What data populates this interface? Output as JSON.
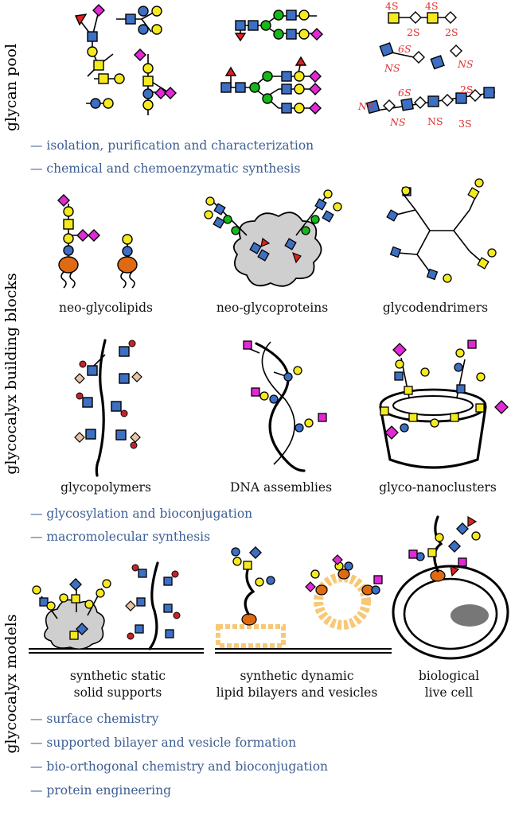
{
  "sections": {
    "pool": "glycan pool",
    "blocks": "glycocalyx building blocks",
    "models": "glycocalyx models"
  },
  "pool_notes": [
    "— isolation, purification and characterization",
    "— chemical and chemoenzymatic synthesis"
  ],
  "sulfation_labels": {
    "s4a": "4S",
    "s4b": "4S",
    "s2a": "2S",
    "s2b": "2S",
    "s6a": "6S",
    "ns1": "NS",
    "ns2": "NS",
    "ns3": "NS",
    "ns4": "NS",
    "ns5": "NS",
    "s6b": "6S",
    "s2c": "2S",
    "s3": "3S"
  },
  "blocks_captions": {
    "neo_glycolipids": "neo-glycolipids",
    "neo_glycoproteins": "neo-glycoproteins",
    "glycodendrimers": "glycodendrimers",
    "glycopolymers": "glycopolymers",
    "dna": "DNA assemblies",
    "nanoclusters": "glyco-nanoclusters"
  },
  "blocks_notes": [
    "— glycosylation and bioconjugation",
    "— macromolecular synthesis"
  ],
  "models_captions": {
    "static_1": "synthetic static",
    "static_2": "solid supports",
    "dynamic_1": "synthetic dynamic",
    "dynamic_2": "lipid bilayers and vesicles",
    "bio_1": "biological",
    "bio_2": "live cell"
  },
  "models_notes": [
    "— surface chemistry",
    "— supported bilayer and vesicle formation",
    "— bio-orthogonal chemistry and bioconjugation",
    "— protein engineering"
  ],
  "colors": {
    "blue_glcnac": "#3d6fc2",
    "yellow_gal": "#f5ea1f",
    "green_man": "#16b81a",
    "magenta_sia": "#e12ad6",
    "red_fuc": "#e21f1f",
    "note_text": "#3d5f93",
    "sulfation_text": "#e03030",
    "lipid": "#f7c876",
    "lipid_head": "#de6a14",
    "protein": "#cfcfcf",
    "nucleus": "#777777"
  }
}
